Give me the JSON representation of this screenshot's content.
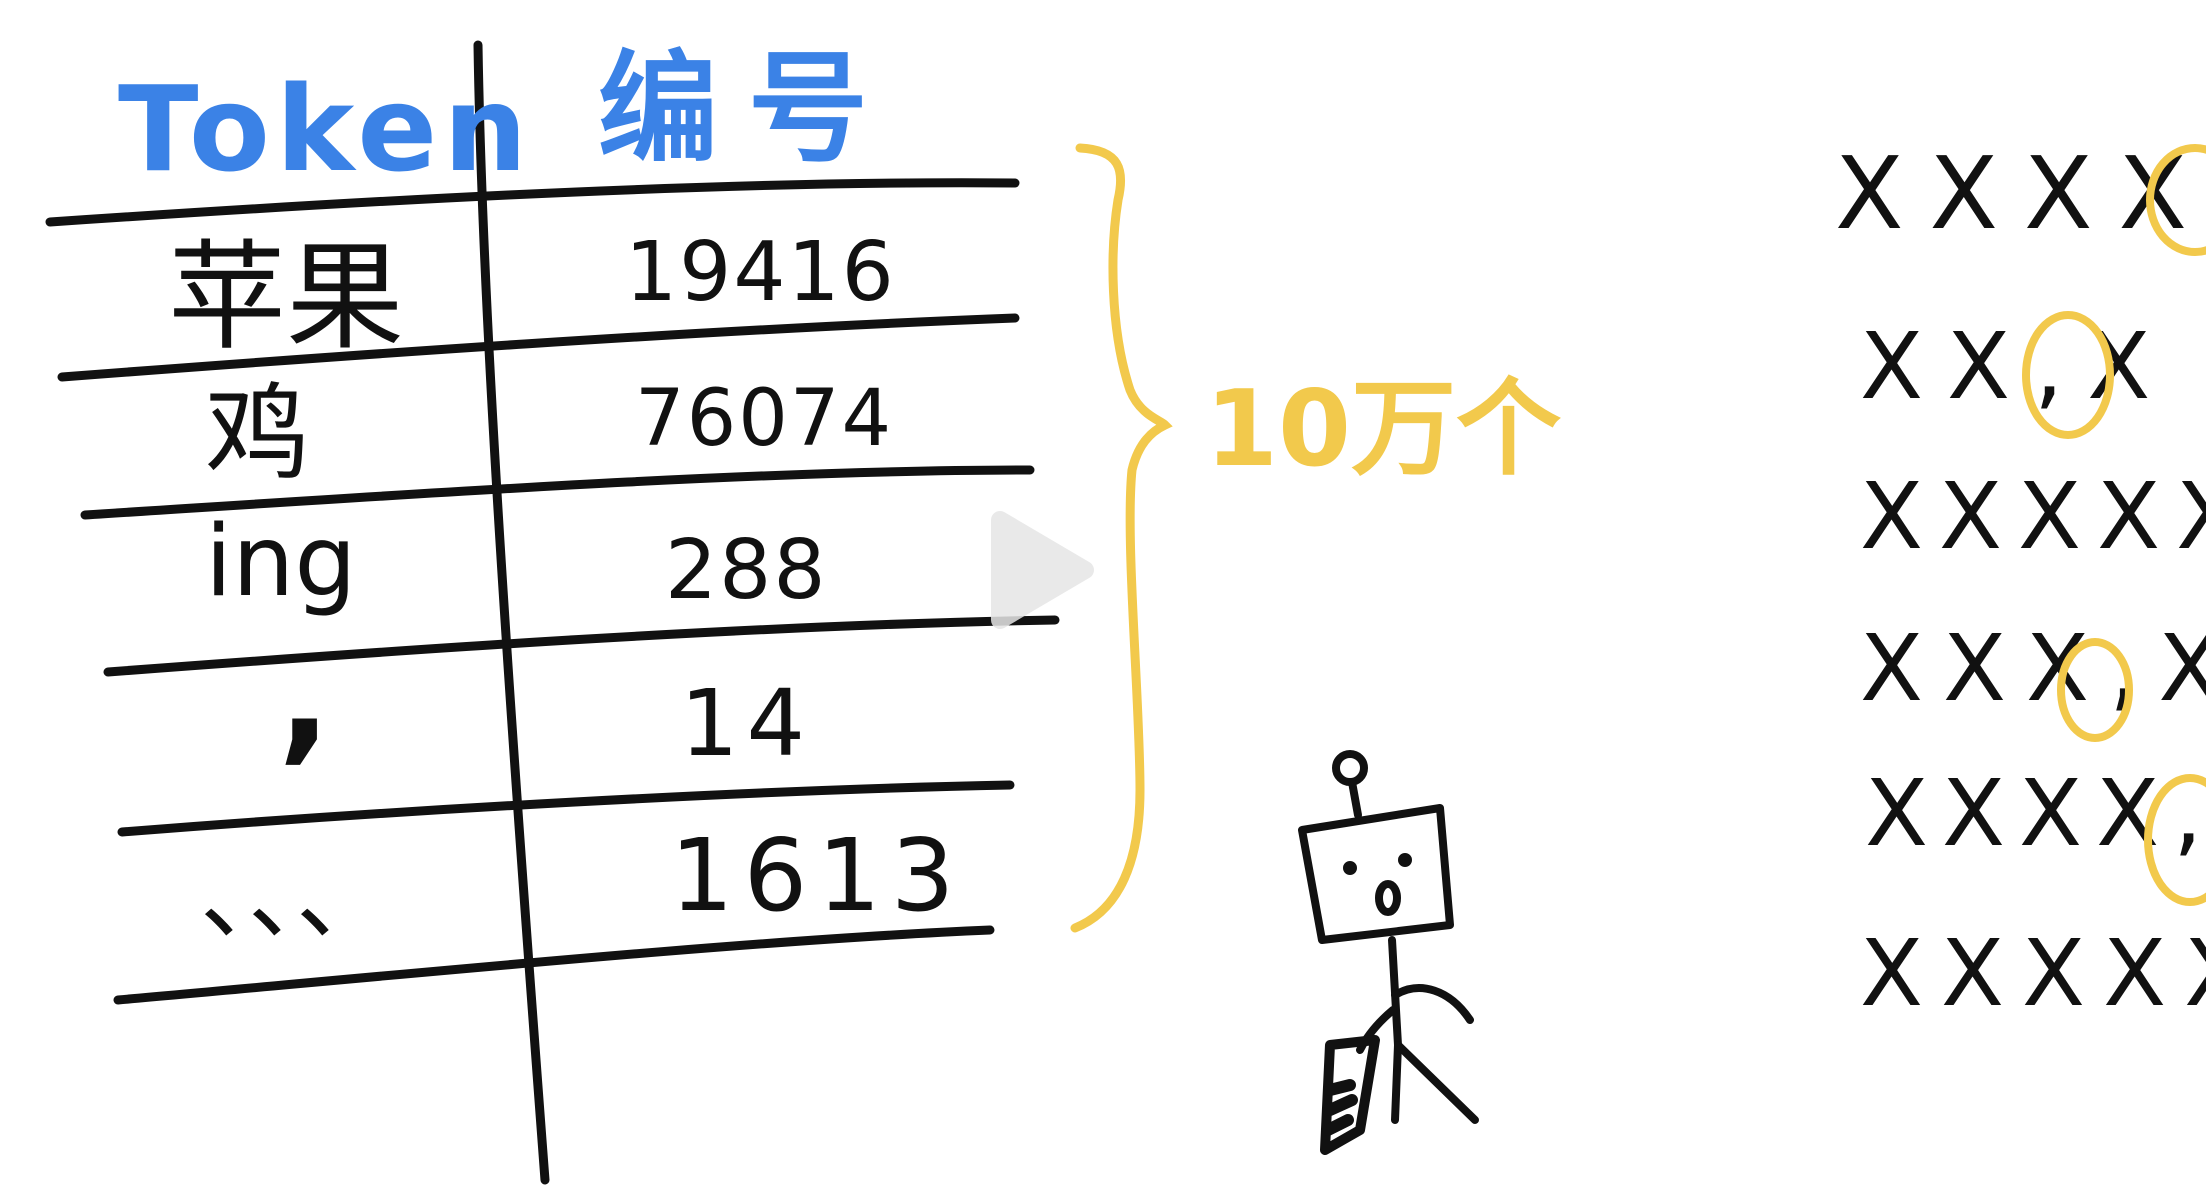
{
  "table": {
    "header_token": "Token",
    "header_id": "编号",
    "rows": [
      {
        "token": "苹果",
        "id": "19416"
      },
      {
        "token": "鸡",
        "id": "76074"
      },
      {
        "token": "ing",
        "id": "288"
      },
      {
        "token": ",",
        "id": "14"
      },
      {
        "token": "、、、",
        "id": "1613"
      }
    ]
  },
  "brace_label": "10万个",
  "right_rows": [
    {
      "text": "XXXX"
    },
    {
      "text": "XX,X"
    },
    {
      "text": "XXXXX"
    },
    {
      "text": "XXX,X"
    },
    {
      "text": "XXXX,"
    },
    {
      "text": "XXXXX"
    }
  ],
  "colors": {
    "ink": "#111111",
    "header_blue": "#3b82e6",
    "annotation_yellow": "#f2c94c",
    "play_overlay": "#e6e6e6"
  },
  "icons": [
    "robot-figure-icon",
    "play-overlay-icon",
    "curly-brace-icon",
    "highlight-circle-icon"
  ]
}
